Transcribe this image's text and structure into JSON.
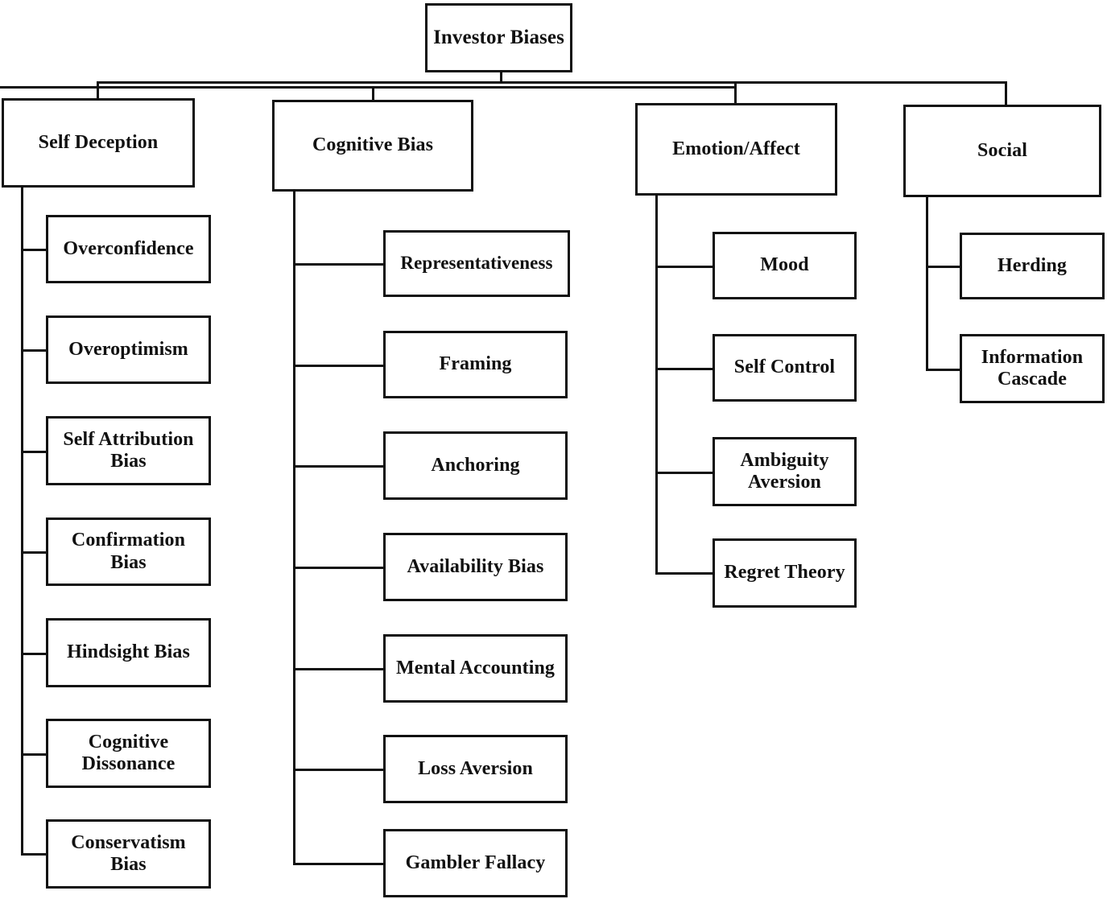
{
  "diagram": {
    "title": "Investor Biases",
    "type": "hierarchy-tree",
    "orientation": "top-down-then-left-spine",
    "colors": {
      "background": "#ffffff",
      "stroke": "#111111",
      "text": "#111111"
    },
    "root": {
      "label": "Investor Biases"
    },
    "branches": [
      {
        "id": "self-deception",
        "label": "Self Deception",
        "children": [
          {
            "label": "Overconfidence"
          },
          {
            "label": "Overoptimism"
          },
          {
            "label": "Self Attribution Bias"
          },
          {
            "label": "Confirmation Bias"
          },
          {
            "label": "Hindsight Bias"
          },
          {
            "label": "Cognitive Dissonance"
          },
          {
            "label": "Conservatism Bias"
          }
        ]
      },
      {
        "id": "cognitive-bias",
        "label": "Cognitive Bias",
        "children": [
          {
            "label": "Representativeness"
          },
          {
            "label": "Framing"
          },
          {
            "label": "Anchoring"
          },
          {
            "label": "Availability Bias"
          },
          {
            "label": "Mental Accounting"
          },
          {
            "label": "Loss Aversion"
          },
          {
            "label": "Gambler Fallacy"
          }
        ]
      },
      {
        "id": "emotion-affect",
        "label": "Emotion/Affect",
        "children": [
          {
            "label": "Mood"
          },
          {
            "label": "Self Control"
          },
          {
            "label": "Ambiguity Aversion"
          },
          {
            "label": "Regret Theory"
          }
        ]
      },
      {
        "id": "social",
        "label": "Social",
        "children": [
          {
            "label": "Herding"
          },
          {
            "label": "Information Cascade"
          }
        ]
      }
    ]
  }
}
